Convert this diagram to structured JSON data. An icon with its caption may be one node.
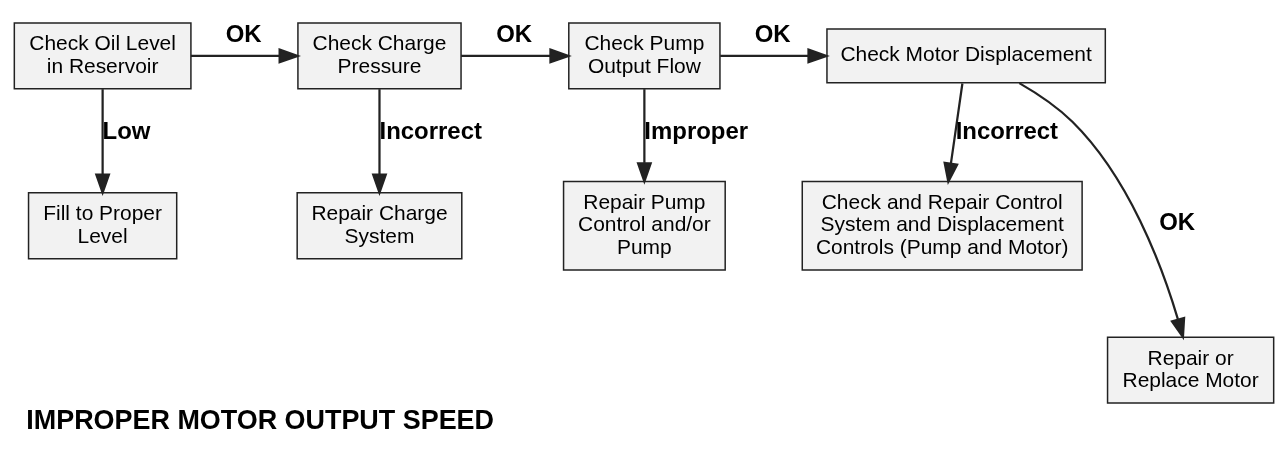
{
  "diagram": {
    "title": "IMPROPER MOTOR OUTPUT SPEED",
    "nodes": [
      {
        "text": [
          "Check Oil Level in Reservoir"
        ]
      },
      {
        "text": [
          "Check Charge Pressure"
        ]
      },
      {
        "text": [
          "Check Pump Output Flow"
        ]
      },
      {
        "text": [
          "Check Motor Displacement"
        ]
      },
      {
        "text": [
          "Fill to Proper Level"
        ]
      },
      {
        "text": [
          "Repair Charge System"
        ]
      },
      {
        "text": [
          "Repair Pump Control and/or Pump"
        ]
      },
      {
        "text": [
          "Check and Repair Control System and Displacement Controls (Pump and Motor)"
        ]
      },
      {
        "text": [
          "Repair or Replace Motor"
        ]
      }
    ],
    "edges": [
      {
        "from": 0,
        "to": 1,
        "arrow": "to",
        "label": "OK"
      },
      {
        "from": 1,
        "to": 2,
        "arrow": "to",
        "label": "OK"
      },
      {
        "from": 2,
        "to": 3,
        "arrow": "to",
        "label": "OK"
      },
      {
        "from": 0,
        "to": 4,
        "arrow": "to",
        "label": "Low"
      },
      {
        "from": 1,
        "to": 5,
        "arrow": "to",
        "label": "Incorrect"
      },
      {
        "from": 2,
        "to": 6,
        "arrow": "to",
        "label": "Improper"
      },
      {
        "from": 3,
        "to": 7,
        "arrow": "to",
        "label": "Incorrect"
      },
      {
        "from": 3,
        "to": 8,
        "arrow": "to",
        "label": "OK"
      }
    ]
  }
}
